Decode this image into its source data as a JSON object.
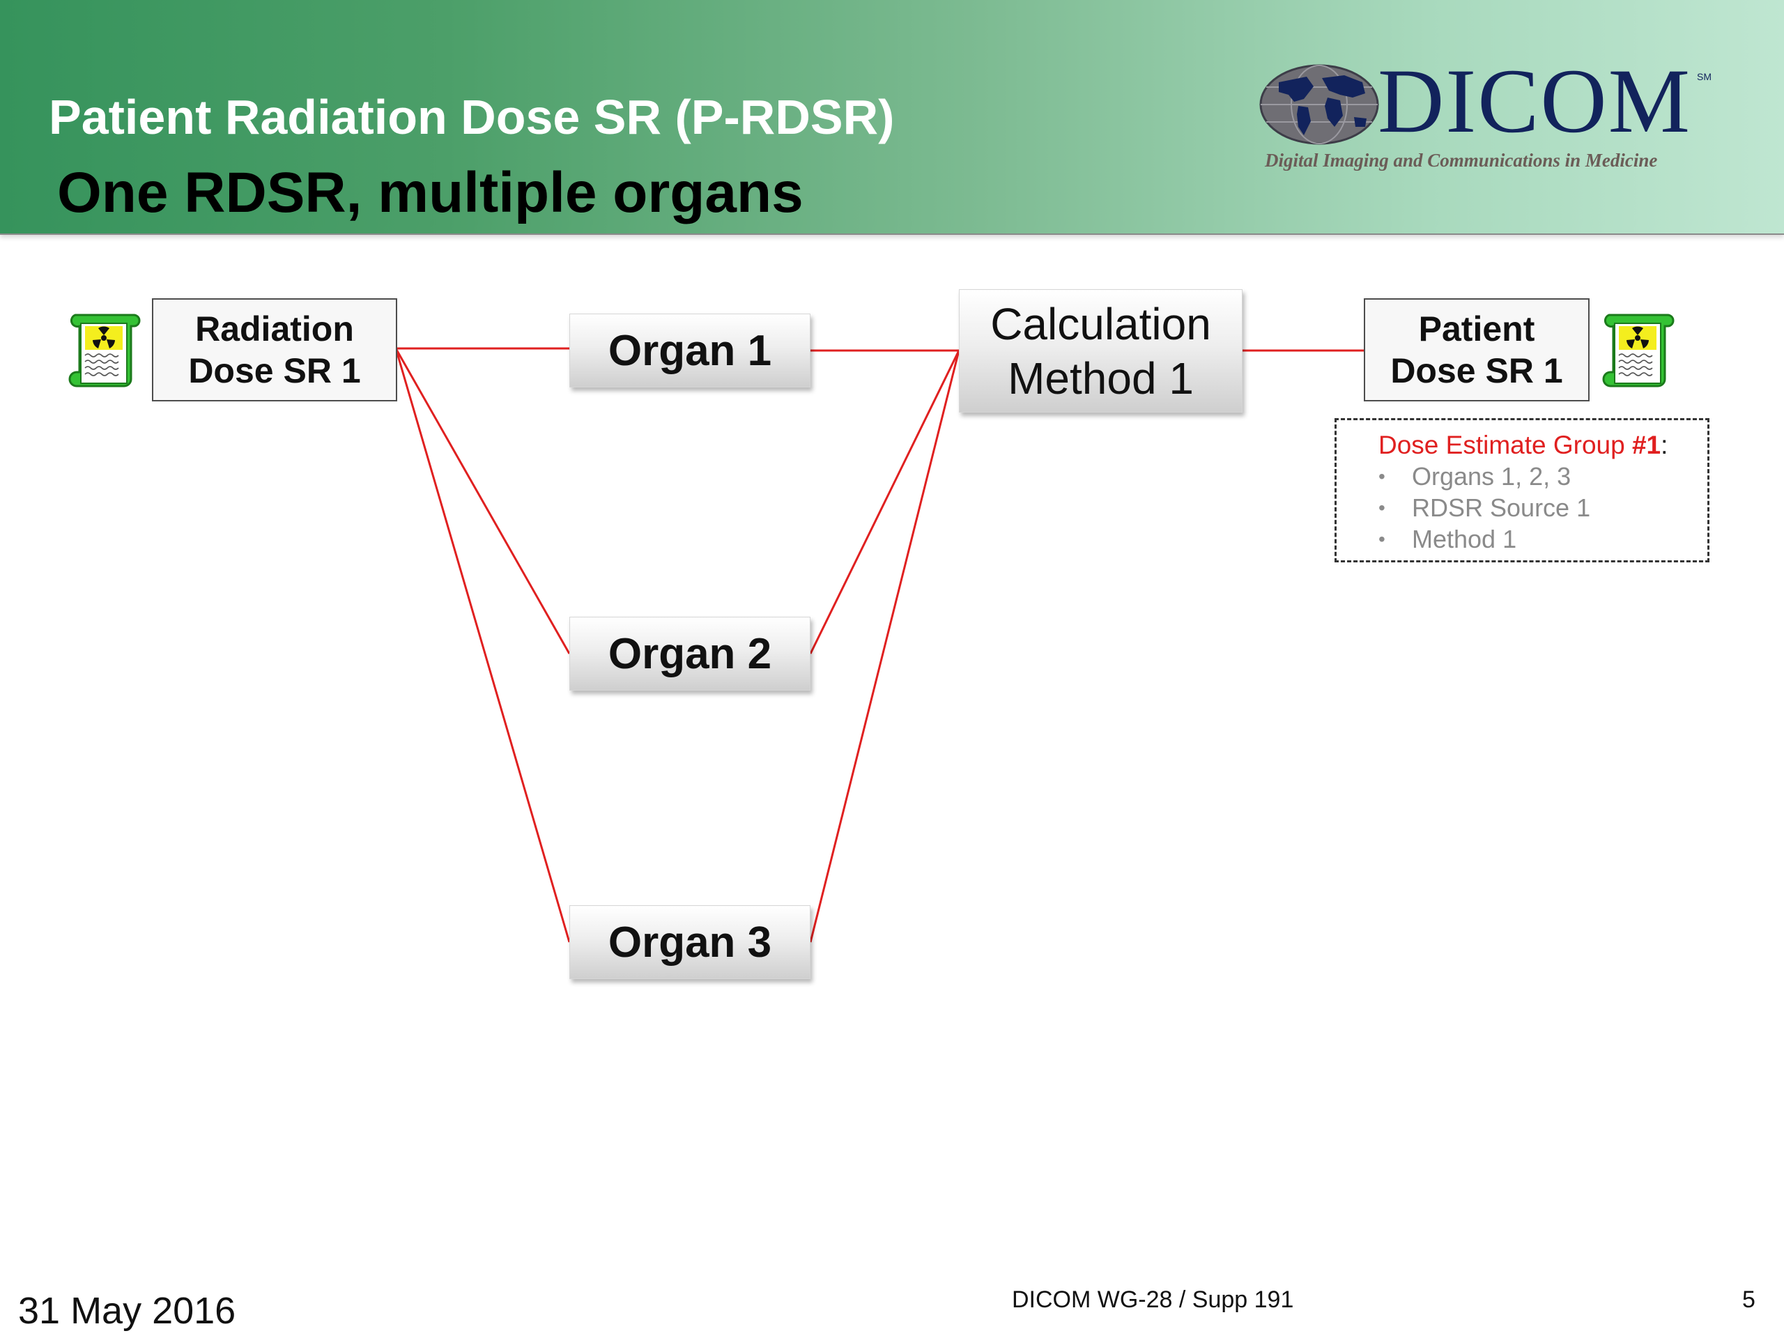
{
  "header": {
    "subtitle": "Patient Radiation Dose SR (P-RDSR)",
    "title": "One RDSR, multiple organs"
  },
  "logo": {
    "wordmark": "DICOM",
    "sm_mark": "SM",
    "tagline": "Digital Imaging and Communications in Medicine",
    "globe_icon": "world-globe-icon"
  },
  "diagram": {
    "source": {
      "line1": "Radiation",
      "line2": "Dose SR 1",
      "icon": "radiation-document-icon"
    },
    "organs": [
      "Organ 1",
      "Organ 2",
      "Organ 3"
    ],
    "method": {
      "line1": "Calculation",
      "line2": "Method 1"
    },
    "output": {
      "line1": "Patient",
      "line2": "Dose SR 1",
      "icon": "radiation-document-icon"
    },
    "connector_color": "#e02020"
  },
  "legend": {
    "title_prefix": "Dose Estimate Group ",
    "title_number": "#1",
    "title_suffix": ":",
    "items": [
      "Organs 1, 2, 3",
      "RDSR Source 1",
      "Method 1"
    ]
  },
  "footer": {
    "date": "31 May 2016",
    "center": "DICOM WG-28 / Supp 191",
    "page": "5"
  },
  "colors": {
    "header_gradient_start": "#36935c",
    "header_gradient_end": "#bfe6d1",
    "logo_navy": "#12235c",
    "icon_green": "#34c234",
    "icon_yellow": "#f4ee1e"
  }
}
